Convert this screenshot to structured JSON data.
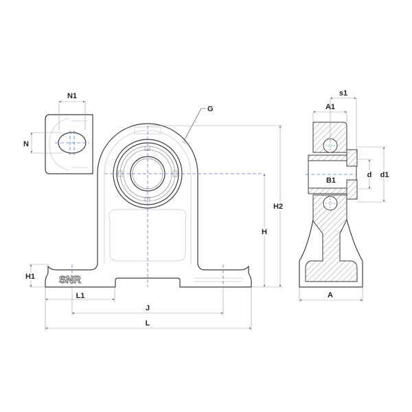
{
  "drawing": {
    "brand_logo": "SNR",
    "labels": {
      "N1": "N1",
      "N": "N",
      "G": "G",
      "H2": "H2",
      "H": "H",
      "H1": "H1",
      "L1": "L1",
      "J": "J",
      "L": "L",
      "s1": "s1",
      "A1": "A1",
      "B1": "B1",
      "d": "d",
      "d1": "d1",
      "A": "A"
    },
    "colors": {
      "outline": "#3a3a3a",
      "centerline": "#4a78c0",
      "dimension": "#9a9a9a"
    }
  }
}
